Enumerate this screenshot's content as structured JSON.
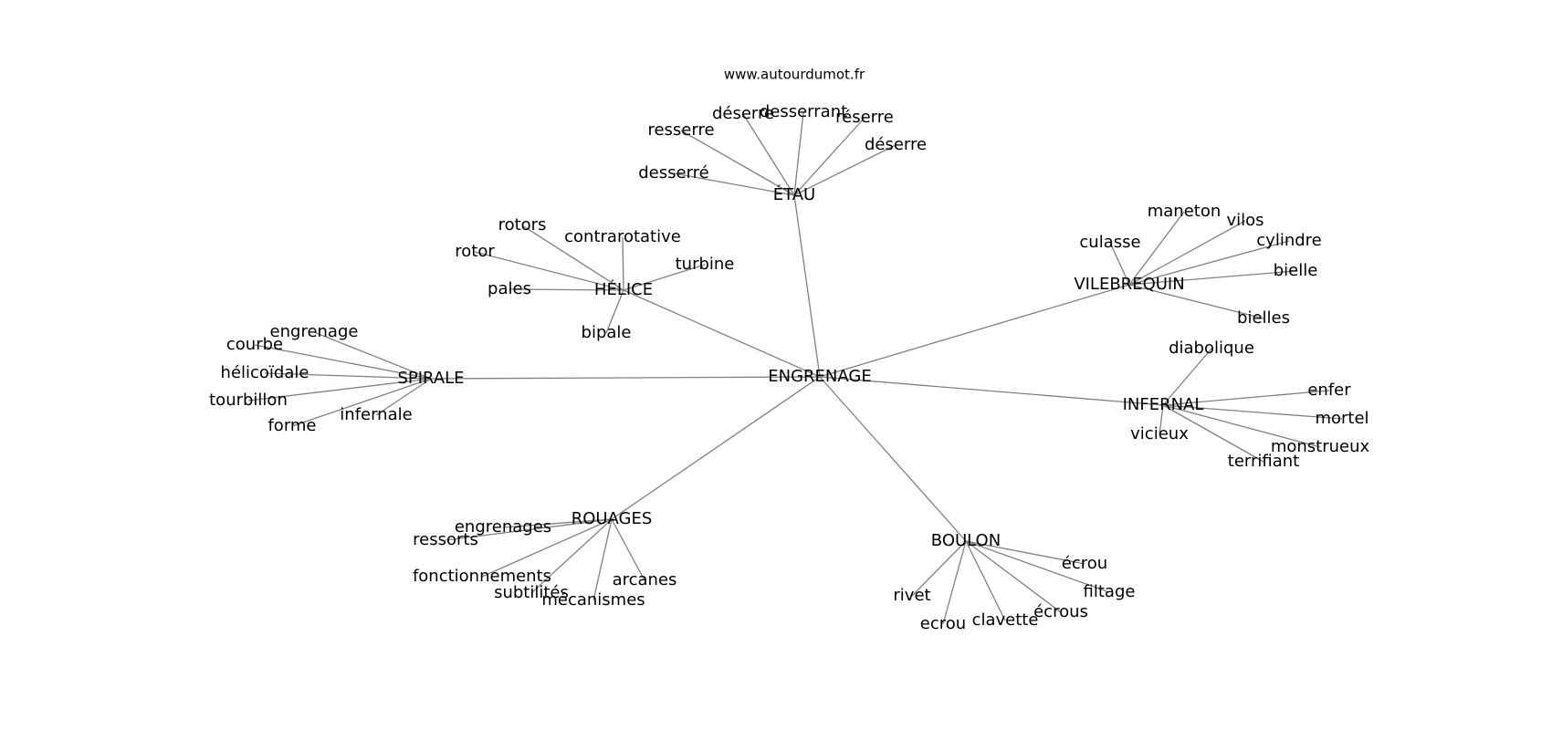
{
  "source_text": "www.autourdumot.fr",
  "center": {
    "label": "ENGRENAGE"
  },
  "hubs": [
    {
      "key": "etau",
      "label": "ÉTAU",
      "leaves": [
        "desserré",
        "resserre",
        "déserre",
        "desserrant",
        "réserre",
        "déserre"
      ]
    },
    {
      "key": "helice",
      "label": "HÉLICE",
      "leaves": [
        "rotors",
        "contrarotative",
        "rotor",
        "turbine",
        "pales",
        "bipale"
      ]
    },
    {
      "key": "vilebrequin",
      "label": "VILEBREQUIN",
      "leaves": [
        "culasse",
        "maneton",
        "vilos",
        "cylindre",
        "bielle",
        "bielles"
      ]
    },
    {
      "key": "spirale",
      "label": "SPIRALE",
      "leaves": [
        "engrenage",
        "courbe",
        "hélicoïdale",
        "tourbillon",
        "forme",
        "infernale"
      ]
    },
    {
      "key": "infernal",
      "label": "INFERNAL",
      "leaves": [
        "diabolique",
        "enfer",
        "mortel",
        "monstrueux",
        "terrifiant",
        "vicieux"
      ]
    },
    {
      "key": "rouages",
      "label": "ROUAGES",
      "leaves": [
        "engrenages",
        "ressorts",
        "fonctionnements",
        "subtilités",
        "mécanismes",
        "arcanes"
      ]
    },
    {
      "key": "boulon",
      "label": "BOULON",
      "leaves": [
        "écrou",
        "filtage",
        "écrous",
        "clavette",
        "ecrou",
        "rivet"
      ]
    }
  ]
}
